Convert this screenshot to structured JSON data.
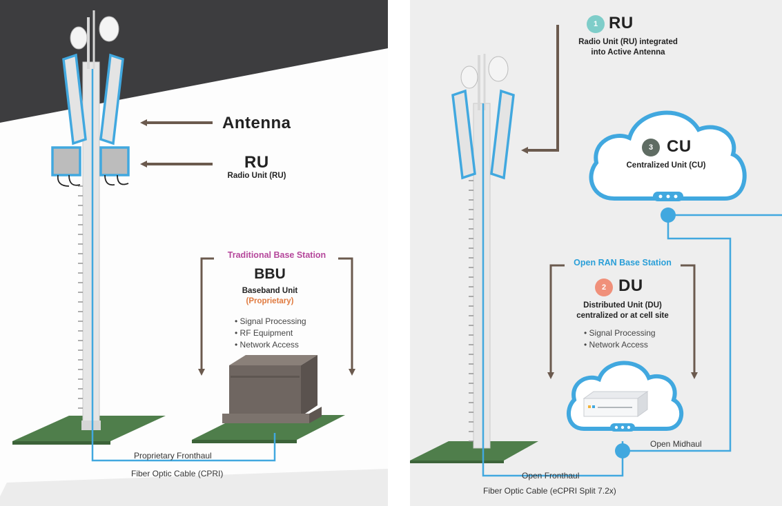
{
  "colors": {
    "cable": "#41a8df",
    "arrow": "#6b5a4e",
    "traditional_title": "#b5479b",
    "proprietary": "#e07a3f",
    "open_ran_title": "#2a9fd8",
    "badge_ru": "#7ecdc9",
    "badge_du": "#f0907a",
    "badge_cu": "#5f6c63",
    "dark_bg": "#3d3d3f",
    "right_panel_bg": "#eeeeee",
    "ground": "#5b8a56"
  },
  "left": {
    "antenna_label": "Antenna",
    "ru_label": "RU",
    "ru_sub": "Radio Unit (RU)",
    "bracket_title": "Traditional Base Station",
    "bbu_label": "BBU",
    "bbu_sub": "Baseband Unit",
    "bbu_note": "(Proprietary)",
    "bbu_list": [
      "• Signal Processing",
      "• RF Equipment",
      "• Network Access"
    ],
    "fronthaul_label": "Proprietary Fronthaul",
    "cable_label": "Fiber Optic Cable (CPRI)"
  },
  "right": {
    "ru": {
      "badge": "1",
      "label": "RU",
      "sub1": "Radio Unit (RU) integrated",
      "sub2": "into Active Antenna"
    },
    "cu": {
      "badge": "3",
      "label": "CU",
      "sub": "Centralized Unit (CU)"
    },
    "bracket_title": "Open RAN Base Station",
    "du": {
      "badge": "2",
      "label": "DU",
      "sub1": "Distributed Unit (DU)",
      "sub2": "centralized or at cell site",
      "list": [
        "• Signal Processing",
        "• Network Access"
      ]
    },
    "midhaul_label": "Open Midhaul",
    "fronthaul_label": "Open Fronthaul",
    "cable_label": "Fiber Optic Cable (eCPRI Split 7.2x)"
  }
}
